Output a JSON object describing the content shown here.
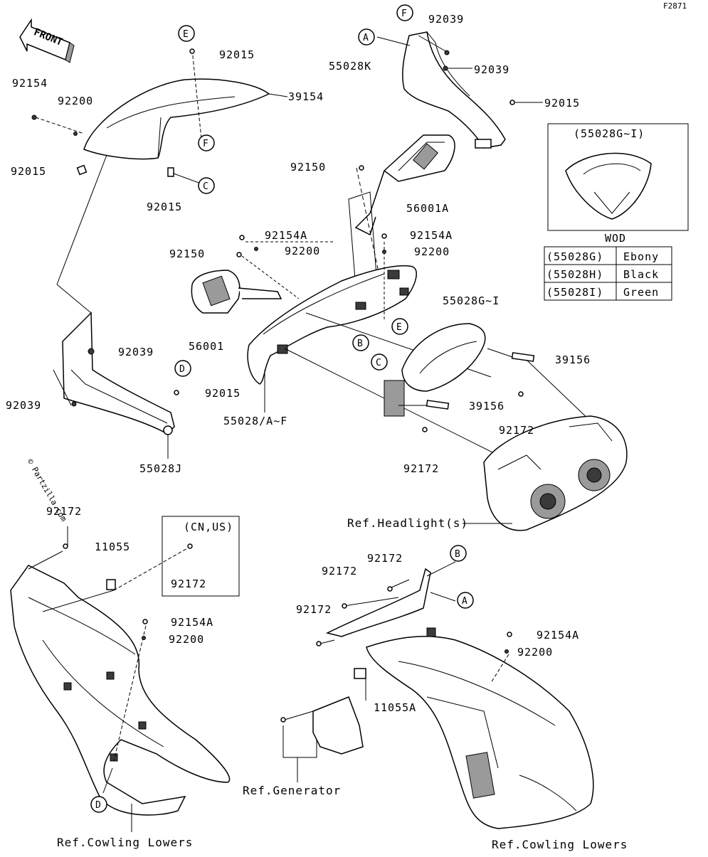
{
  "figure_code": "F2871",
  "front_label": "FRONT",
  "watermark": "© Partzilla.com",
  "callouts": {
    "A": "A",
    "B": "B",
    "C": "C",
    "D": "D",
    "E": "E",
    "F": "F"
  },
  "parts": {
    "p92015": "92015",
    "p39154": "39154",
    "p92154": "92154",
    "p92200": "92200",
    "p92039": "92039",
    "p55028K": "55028K",
    "p92150": "92150",
    "p56001A": "56001A",
    "p92154A": "92154A",
    "p56001": "56001",
    "p55028AF": "55028/A~F",
    "p55028J": "55028J",
    "p55028GI": "55028G~I",
    "p39156": "39156",
    "p92172": "92172",
    "p11055": "11055",
    "p11055A": "11055A"
  },
  "refs": {
    "headlight": "Ref.Headlight(s)",
    "generator": "Ref.Generator",
    "cowling_lowers": "Ref.Cowling Lowers"
  },
  "inset": {
    "title": "(55028G~I)",
    "caption": "WOD",
    "color_table": [
      {
        "code": "(55028G)",
        "color": "Ebony"
      },
      {
        "code": "(55028H)",
        "color": "Black"
      },
      {
        "code": "(55028I)",
        "color": "Green"
      }
    ]
  },
  "region_box": {
    "label": "(CN,US)",
    "part": "92172"
  }
}
